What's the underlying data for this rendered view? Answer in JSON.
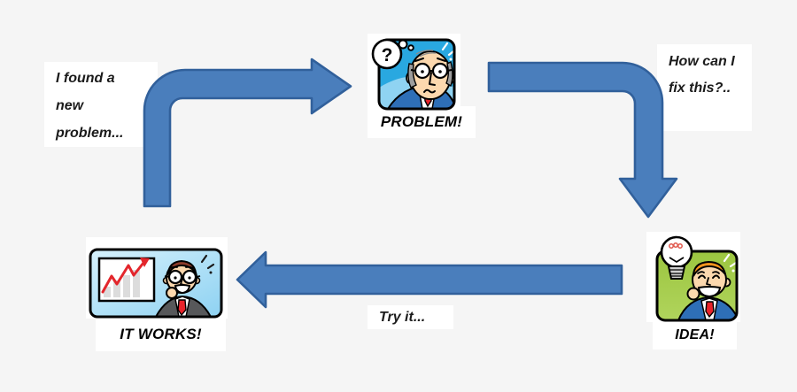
{
  "diagram": {
    "title_implied": "problem-solving cycle",
    "background_color": "#f5f5f5",
    "arrow_fill": "#4a7ebc",
    "arrow_stroke": "#31609b"
  },
  "captions": {
    "found_problem": {
      "lines": [
        "I found a",
        "new",
        "problem..."
      ]
    },
    "how_fix": {
      "lines": [
        "How can I",
        "fix this?.."
      ]
    },
    "try_it": {
      "text": "Try it..."
    }
  },
  "steps": {
    "problem": {
      "label": "PROBLEM!",
      "icon": "worried-man-question-icon",
      "panel_color": "#29a8e0"
    },
    "idea": {
      "label": "IDEA!",
      "icon": "happy-man-lightbulb-icon",
      "panel_color": "#a6cd4b"
    },
    "it_works": {
      "label": "IT WORKS!",
      "icon": "man-rising-chart-icon",
      "panel_color": "#a8ddf6"
    }
  },
  "icons": {
    "question_mark": "?"
  }
}
